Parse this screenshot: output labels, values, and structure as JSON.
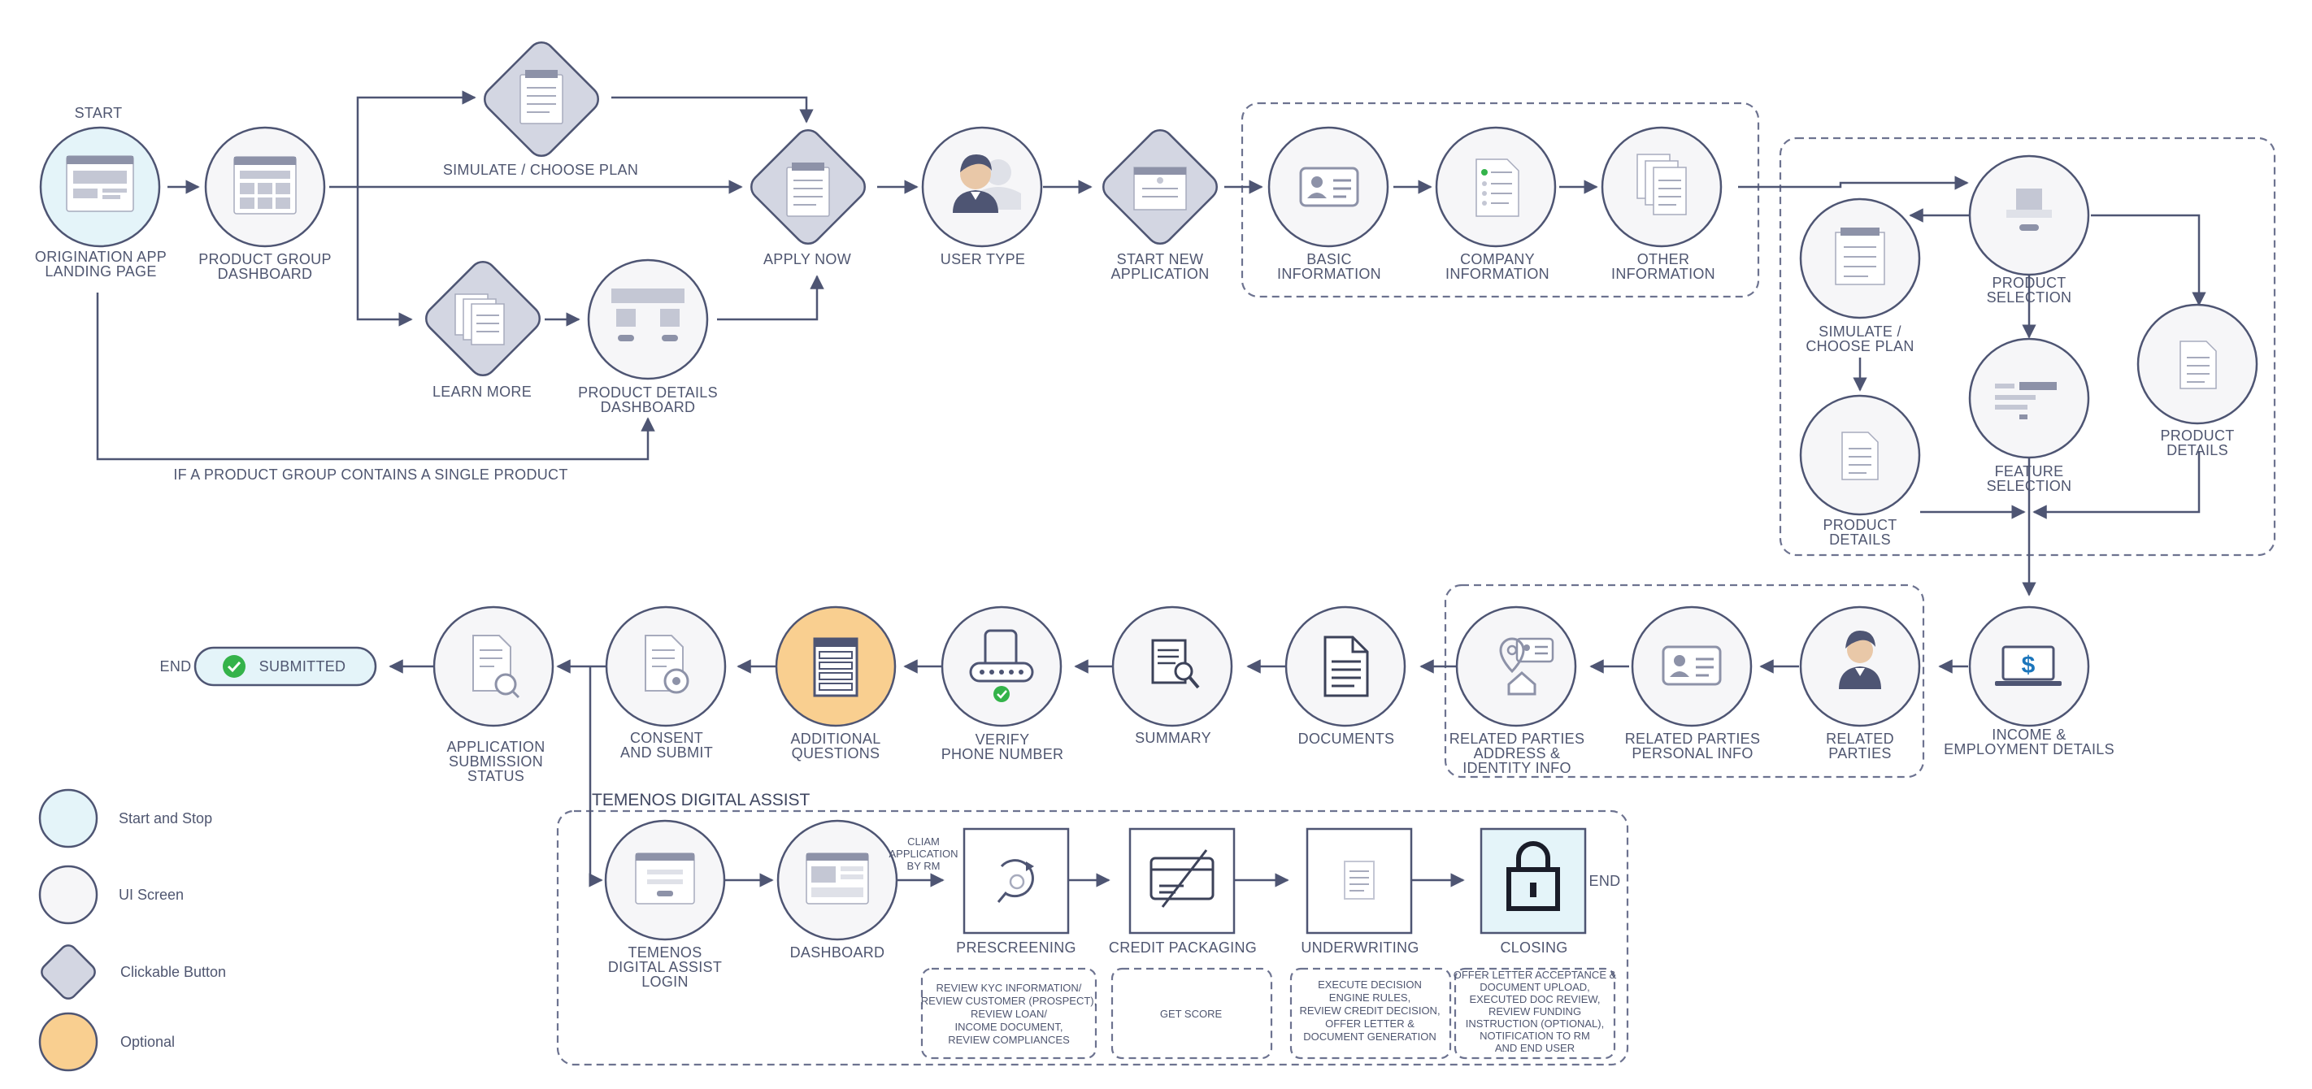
{
  "labels": {
    "start": "START",
    "origination_1": "ORIGINATION APP",
    "origination_2": "LANDING PAGE",
    "product_group_1": "PRODUCT GROUP",
    "product_group_2": "DASHBOARD",
    "simulate_top": "SIMULATE / CHOOSE PLAN",
    "learn_more": "LEARN MORE",
    "product_details_dash_1": "PRODUCT DETAILS",
    "product_details_dash_2": "DASHBOARD",
    "single_product_note": "IF A PRODUCT GROUP CONTAINS A SINGLE PRODUCT",
    "apply_now": "APPLY NOW",
    "user_type": "USER TYPE",
    "start_new_1": "START NEW",
    "start_new_2": "APPLICATION",
    "basic_info_1": "BASIC",
    "basic_info_2": "INFORMATION",
    "company_info_1": "COMPANY",
    "company_info_2": "INFORMATION",
    "other_info_1": "OTHER",
    "other_info_2": "INFORMATION",
    "product_selection_1": "PRODUCT",
    "product_selection_2": "SELECTION",
    "simulate_right_1": "SIMULATE /",
    "simulate_right_2": "CHOOSE PLAN",
    "feature_selection_1": "FEATURE",
    "feature_selection_2": "SELECTION",
    "product_details_right_1": "PRODUCT",
    "product_details_right_2": "DETAILS",
    "product_details_left_1": "PRODUCT",
    "product_details_left_2": "DETAILS",
    "income_1": "INCOME &",
    "income_2": "EMPLOYMENT DETAILS",
    "related_parties_1": "RELATED",
    "related_parties_2": "PARTIES",
    "rp_personal_1": "RELATED PARTIES",
    "rp_personal_2": "PERSONAL INFO",
    "rp_address_1": "RELATED PARTIES",
    "rp_address_2": "ADDRESS &",
    "rp_address_3": "IDENTITY INFO",
    "documents": "DOCUMENTS",
    "summary": "SUMMARY",
    "verify_1": "VERIFY",
    "verify_2": "PHONE NUMBER",
    "additional_1": "ADDITIONAL",
    "additional_2": "QUESTIONS",
    "consent_1": "CONSENT",
    "consent_2": "AND SUBMIT",
    "app_status_1": "APPLICATION",
    "app_status_2": "SUBMISSION",
    "app_status_3": "STATUS",
    "end": "END",
    "submitted": "SUBMITTED",
    "temenos_section": "TEMENOS DIGITAL ASSIST",
    "td_login_1": "TEMENOS",
    "td_login_2": "DIGITAL ASSIST",
    "td_login_3": "LOGIN",
    "dashboard": "DASHBOARD",
    "claim_1": "CLIAM",
    "claim_2": "APPLICATION",
    "claim_3": "BY RM",
    "prescreening": "PRESCREENING",
    "credit_packaging": "CREDIT PACKAGING",
    "underwriting": "UNDERWRITING",
    "closing": "CLOSING",
    "end_closing": "END",
    "pre_note_1": "REVIEW KYC INFORMATION/",
    "pre_note_2": "REVIEW CUSTOMER (PROSPECT),",
    "pre_note_3": "REVIEW LOAN/",
    "pre_note_4": "INCOME DOCUMENT,",
    "pre_note_5": "REVIEW COMPLIANCES",
    "credit_note": "GET SCORE",
    "uw_note_1": "EXECUTE DECISION",
    "uw_note_2": "ENGINE RULES,",
    "uw_note_3": "REVIEW CREDIT DECISION,",
    "uw_note_4": "OFFER LETTER &",
    "uw_note_5": "DOCUMENT GENERATION",
    "close_note_1": "OFFER LETTER ACCEPTANCE &",
    "close_note_2": "DOCUMENT UPLOAD,",
    "close_note_3": "EXECUTED DOC REVIEW,",
    "close_note_4": "REVIEW FUNDING",
    "close_note_5": "INSTRUCTION (OPTIONAL),",
    "close_note_6": "NOTIFICATION TO RM",
    "close_note_7": "AND END USER"
  },
  "legend": {
    "start_stop": "Start and Stop",
    "ui_screen": "UI Screen",
    "clickable": "Clickable Button",
    "optional": "Optional"
  },
  "colors": {
    "stroke": "#4e5573",
    "start_fill": "#e4f4f9",
    "screen_fill": "#f6f6f8",
    "button_fill": "#d3d6e2",
    "optional_fill": "#f9cf90",
    "success": "#34b34a"
  }
}
